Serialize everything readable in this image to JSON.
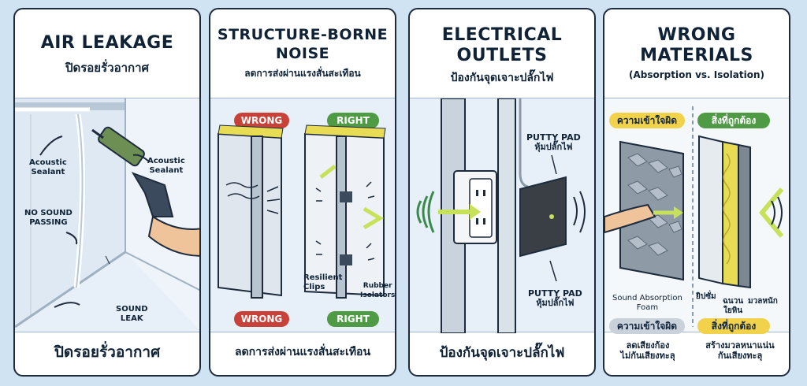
{
  "colors": {
    "background": "#cfe3f3",
    "wrong": "#c8423a",
    "right": "#4f9a45",
    "highlight": "#f1d24a",
    "arrow": "#c7e25a",
    "insulation": "#e8dc55"
  },
  "panels": [
    {
      "title": "AIR LEAKAGE",
      "subtitle": "ปิดรอยรั่วอากาศ",
      "labels": {
        "sealant_left": "Acoustic\nSealant",
        "sealant_right": "Acoustic\nSealant",
        "no_sound": "NO SOUND\nPASSING",
        "sound_leak": "SOUND\nLEAK"
      },
      "footer": "ปิดรอยรั่วอากาศ"
    },
    {
      "title_line1": "STRUCTURE-BORNE",
      "title_line2": "NOISE",
      "subtitle": "ลดการส่งผ่านแรงสั่นสะเทือน",
      "top_wrong": "WRONG",
      "top_right": "RIGHT",
      "bottom_wrong": "WRONG",
      "bottom_right": "RIGHT",
      "labels": {
        "clips": "Resilient\nClips",
        "isolators": "Rubber\nIsolators"
      },
      "footer": "ลดการส่งผ่านแรงสั่นสะเทือน"
    },
    {
      "title_line1": "ELECTRICAL",
      "title_line2": "OUTLETS",
      "subtitle": "ป้องกันจุดเจาะปลั๊กไฟ",
      "labels": {
        "putty_top": "PUTTY PAD\nหุ้มปลั๊กไฟ",
        "putty_bottom": "PUTTY PAD\nหุ้มปลั๊กไฟ"
      },
      "footer": "ป้องกันจุดเจาะปลั๊กไฟ"
    },
    {
      "title_line1": "WRONG",
      "title_line2": "MATERIALS",
      "subtitle": "(Absorption vs. Isolation)",
      "top_wrong": "ความเข้าใจผิด",
      "top_right": "สิ่งที่ถูกต้อง",
      "bottom_wrong": "ความเข้าใจผิด",
      "bottom_right": "สิ่งที่ถูกต้อง",
      "labels": {
        "foam": "Sound Absorption\nFoam",
        "gypsum": "ยิปซั่ม",
        "rockwool": "ฉนวน\nใยหิน",
        "mass": "มวลหนัก"
      },
      "note_wrong": "ลดเสียงก้อง\nไม่กันเสียงทะลุ",
      "note_right": "สร้างมวลหนาแน่น\nกันเสียงทะลุ",
      "footer": ""
    }
  ]
}
